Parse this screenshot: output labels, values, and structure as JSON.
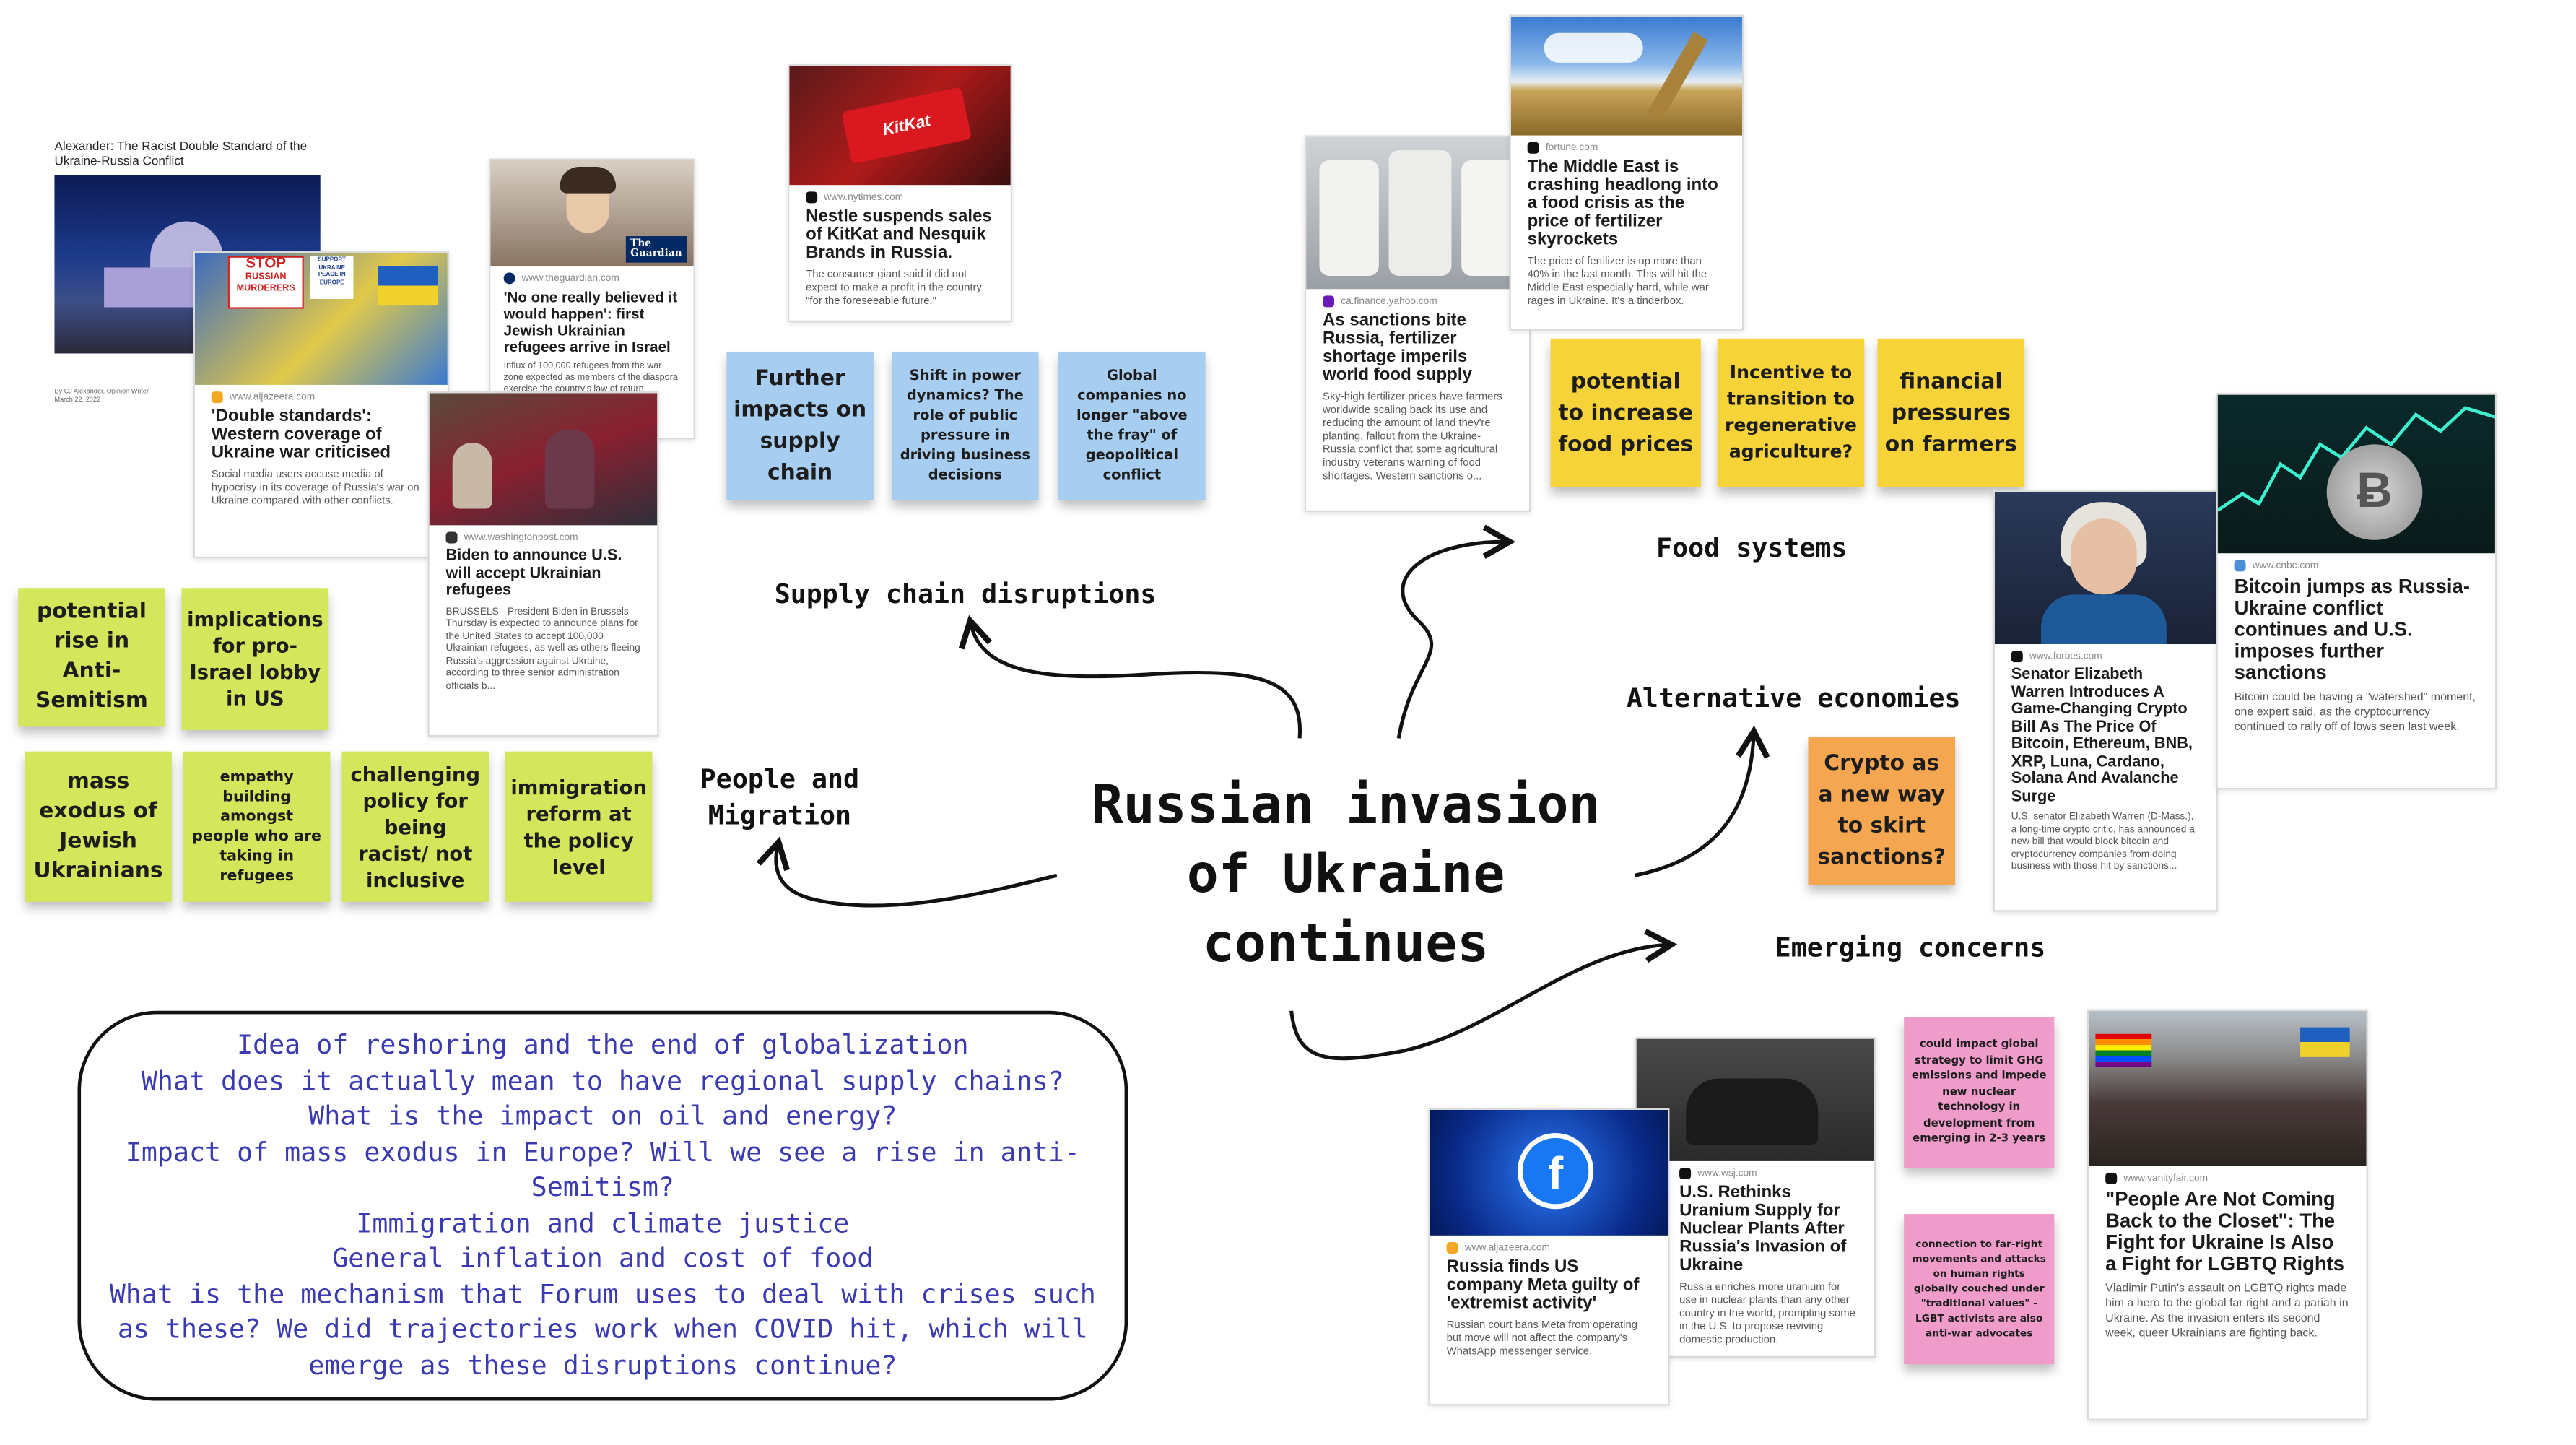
{
  "center": {
    "line1": "Russian invasion",
    "line2": "of Ukraine",
    "line3": "continues"
  },
  "topics": {
    "supply_chain": "Supply chain disruptions",
    "food_systems": "Food systems",
    "alt_economies": "Alternative economies",
    "emerging": "Emerging concerns",
    "people_line1": "People and",
    "people_line2": "Migration"
  },
  "stickies": {
    "green_1": "potential rise in Anti-Semitism",
    "green_2": "implications for pro-Israel lobby in US",
    "green_3": "mass exodus of Jewish Ukrainians",
    "green_4": "empathy building amongst people who are taking in refugees",
    "green_5": "challenging policy for being racist/ not inclusive",
    "green_6": "immigration reform at the policy level",
    "blue_1": "Further impacts on supply chain",
    "blue_2": "Shift in power dynamics? The role of public pressure in driving business decisions",
    "blue_3": "Global companies no longer \"above the fray\" of geopolitical conflict",
    "yellow_1": "potential to increase food prices",
    "yellow_2": "Incentive to transition to regenerative agriculture?",
    "yellow_3": "financial pressures on farmers",
    "orange_1": "Crypto as a new way to skirt sanctions?",
    "pink_1": "could impact global strategy to limit GHG emissions and impede new nuclear technology in development from emerging in 2-3 years",
    "pink_2": "connection to far-right movements and attacks on human rights globally couched under \"traditional values\" - LGBT activists are also anti-war advocates"
  },
  "cards": {
    "alexander": {
      "title": "Alexander: The Racist Double Standard of the Ukraine-Russia Conflict",
      "byline": "By CJ Alexander, Opinion Writer",
      "date": "March 22, 2022"
    },
    "aljazeera_double": {
      "source": "www.aljazeera.com",
      "title": "'Double standards': Western coverage of Ukraine war criticised",
      "desc": "Social media users accuse media of hypocrisy in its coverage of Russia's war on Ukraine compared with other conflicts."
    },
    "guardian": {
      "source": "www.theguardian.com",
      "logo_line1": "The",
      "logo_line2": "Guardian",
      "title": "'No one really believed it would happen': first Jewish Ukrainian refugees arrive in Israel",
      "desc": "Influx of 100,000 refugees from the war zone expected as members of the diaspora exercise the country's law of return"
    },
    "wapo": {
      "source": "www.washingtonpost.com",
      "title": "Biden to announce U.S. will accept Ukrainian refugees",
      "desc": "BRUSSELS - President Biden in Brussels Thursday is expected to announce plans for the United States to accept 100,000 Ukrainian refugees, as well as others fleeing Russia's aggression against Ukraine, according to three senior administration officials b..."
    },
    "nytimes": {
      "source": "www.nytimes.com",
      "title": "Nestle suspends sales of KitKat and Nesquik Brands in Russia.",
      "desc": "The consumer giant said it did not expect to make a profit in the country \"for the foreseeable future.\""
    },
    "yahoo": {
      "source": "ca.finance.yahoo.com",
      "title": "As sanctions bite Russia, fertilizer shortage imperils world food supply",
      "desc": "Sky-high fertilizer prices have farmers worldwide scaling back its use and reducing the amount of land they're planting, fallout from the Ukraine-Russia conflict that some agricultural industry veterans warning of food shortages. Western sanctions o..."
    },
    "fortune": {
      "source": "fortune.com",
      "title": "The Middle East is crashing headlong into a food crisis as the price of fertilizer skyrockets",
      "desc": "The price of fertilizer is up more than 40% in the last month. This will hit the Middle East especially hard, while war rages in Ukraine. It's a tinderbox."
    },
    "forbes": {
      "source": "www.forbes.com",
      "title": "Senator Elizabeth Warren Introduces A Game-Changing Crypto Bill As The Price Of Bitcoin, Ethereum, BNB, XRP, Luna, Cardano, Solana And Avalanche Surge",
      "desc": "U.S. senator Elizabeth Warren (D-Mass.), a long-time crypto critic, has announced a new bill that would block bitcoin and cryptocurrency companies from doing business with those hit by sanctions..."
    },
    "cnbc": {
      "source": "www.cnbc.com",
      "title": "Bitcoin jumps as Russia-Ukraine conflict continues and U.S. imposes further sanctions",
      "desc": "Bitcoin could be having a \"watershed\" moment, one expert said, as the cryptocurrency continued to rally off of lows seen last week."
    },
    "aljazeera_meta": {
      "source": "www.aljazeera.com",
      "title": "Russia finds US company Meta guilty of 'extremist activity'",
      "desc": "Russian court bans Meta from operating but move will not affect the company's WhatsApp messenger service."
    },
    "wsj": {
      "source": "www.wsj.com",
      "title": "U.S. Rethinks Uranium Supply for Nuclear Plants After Russia's Invasion of Ukraine",
      "desc": "Russia enriches more uranium for use in nuclear plants than any other country in the world, prompting some in the U.S. to propose reviving domestic production."
    },
    "vanityfair": {
      "source": "www.vanityfair.com",
      "title": "\"People Are Not Coming Back to the Closet\": The Fight for Ukraine Is Also a Fight for LGBTQ Rights",
      "desc": "Vladimir Putin's assault on LGBTQ rights made him a hero to the global far right and a pariah in Ukraine. As the invasion enters its second week, queer Ukrainians are fighting back."
    }
  },
  "image_text": {
    "protest_stop": "STOP",
    "protest_russian": "RUSSIAN",
    "protest_murderers": "MURDERERS",
    "protest_support": "SUPPORT UKRAINE PEACE IN EUROPE",
    "kitkat": "KitKat"
  },
  "notes": [
    "Idea of reshoring and the end of globalization",
    "What does it actually mean to have regional supply chains?",
    "What is the impact on oil and energy?",
    "Impact of mass exodus in Europe? Will we see a rise in anti-",
    "Semitism?",
    "Immigration and climate justice",
    "General inflation and cost of food",
    "What is the mechanism that Forum uses to deal with crises such",
    "as these? We did trajectories work when COVID hit, which will",
    "emerge as these disruptions continue?"
  ],
  "colors": {
    "green_sticky": "#d3e65c",
    "blue_sticky": "#a7cdf0",
    "yellow_sticky": "#f6d339",
    "orange_sticky": "#f4a650",
    "pink_sticky": "#ef9ccb",
    "notes_text": "#3c3ab0"
  }
}
